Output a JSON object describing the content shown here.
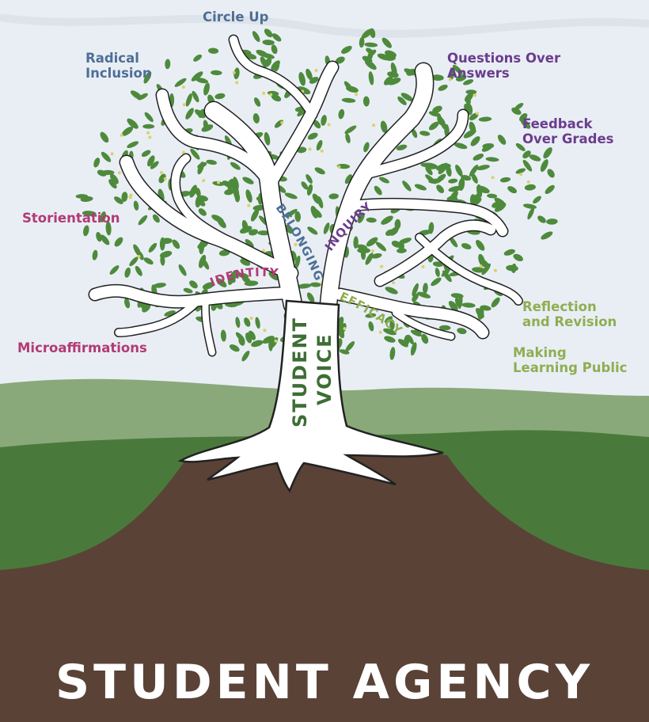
{
  "title": "STUDENT AGENCY",
  "trunk_label": [
    "STUDENT",
    "VOICE"
  ],
  "branch_labels": {
    "identity": "IDENTITY",
    "belonging": "BELONGING",
    "inquiry": "INQUIRY",
    "efficacy": "EFFICACY"
  },
  "leaf_labels": {
    "circle_up": [
      "Circle Up"
    ],
    "radical_inclusion": [
      "Radical",
      "Inclusion"
    ],
    "questions_over_answers": [
      "Questions Over",
      "Answers"
    ],
    "feedback_over_grades": [
      "Feedback",
      "Over Grades"
    ],
    "storientation": [
      "Storientation"
    ],
    "microaffirmations": [
      "Microaffirmations"
    ],
    "reflection_and_revision": [
      "Reflection",
      "and Revision"
    ],
    "making_learning_public": [
      "Making",
      "Learning Public"
    ]
  },
  "colors": {
    "sky": "#e9eef5",
    "hill_light": "#8aa97a",
    "hill_dark": "#4a7a3b",
    "soil": "#5a4237",
    "foliage": "#4e8a3c",
    "blossom": "#d8d26a",
    "trunk": "#ffffff",
    "outline": "#222222",
    "identity": "#b23a75",
    "belonging": "#4e6f95",
    "inquiry": "#6a3d8c",
    "efficacy": "#8fae52",
    "trunk_text": "#3d6e35",
    "title_text": "#ffffff"
  }
}
